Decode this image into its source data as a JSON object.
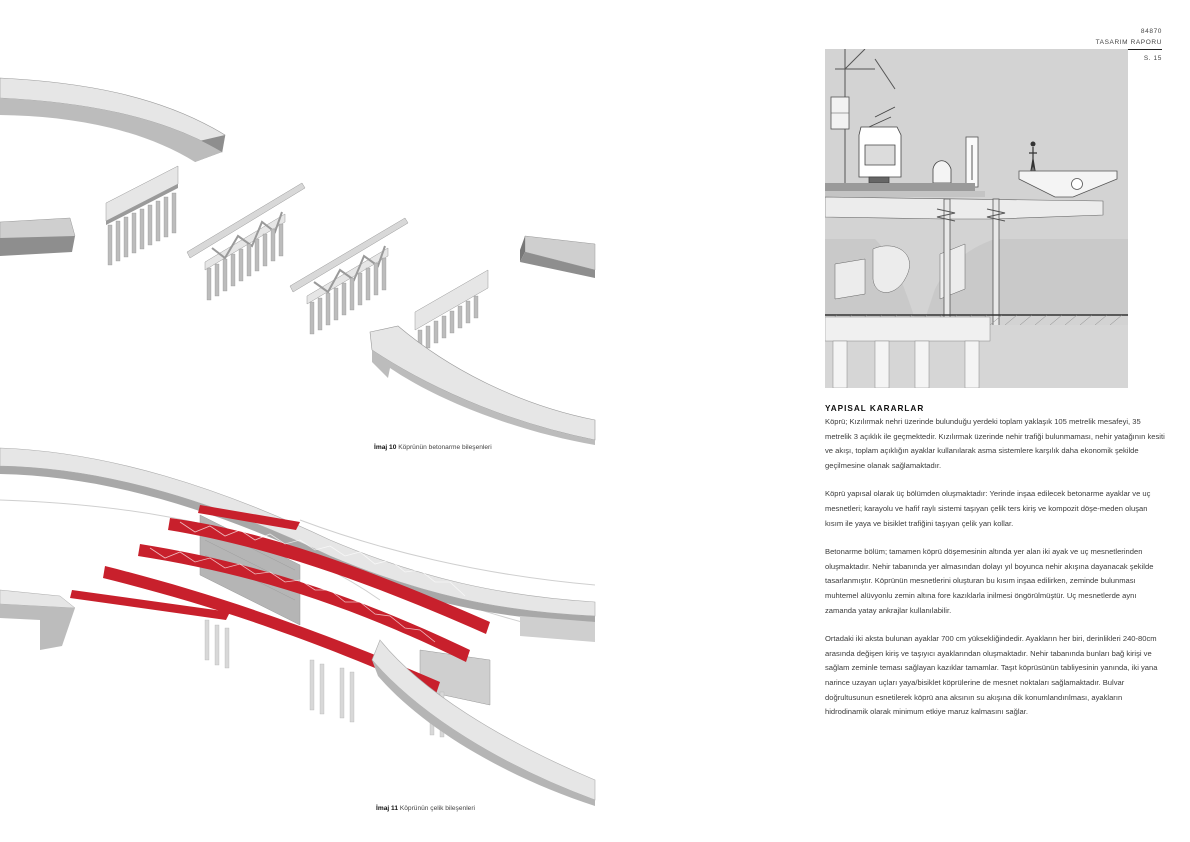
{
  "header": {
    "project_code": "84870",
    "report_title": "TASARIM RAPORU",
    "page_number": "S. 15"
  },
  "figures": {
    "fig10": {
      "label": "İmaj 10",
      "caption": "Köprünün betonarme bileşenleri"
    },
    "fig11": {
      "label": "İmaj 11",
      "caption": "Köprünün çelik bileşenleri"
    }
  },
  "section": {
    "title": "YAPISAL KARARLAR",
    "paragraphs": [
      "Köprü; Kızılırmak nehri üzerinde bulunduğu yerdeki toplam yaklaşık 105 metrelik mesafeyi, 35 metrelik 3 açıklık ile geçmektedir. Kızılırmak üzerinde nehir trafiği bulunmaması, nehir yatağının kesiti ve akışı, toplam açıklığın ayaklar kullanılarak asma sistemlere karşılık daha ekonomik şekilde geçilmesine olanak sağlamaktadır.",
      "Köprü yapısal olarak üç bölümden oluşmaktadır: Yerinde inşaa edilecek betonarme ayaklar ve uç mesnetleri; karayolu ve hafif raylı sistemi taşıyan çelik ters kiriş ve kompozit döşe-meden oluşan kısım ile yaya ve bisiklet trafiğini taşıyan çelik yan kollar.",
      "Betonarme  bölüm; tamamen köprü döşemesinin altında yer alan iki ayak ve uç mesnetlerinden oluşmaktadır. Nehir tabanında yer almasından dolayı yıl boyunca nehir akışına dayanacak şekilde tasarlanmıştır. Köprünün mesnetlerini oluşturan bu kısım inşaa edilirken, zeminde bulunması muhtemel alüvyonlu zemin altına fore kazıklarla inilmesi öngörülmüştür. Uç mesnetlerde aynı zamanda yatay ankrajlar kullanılabilir.",
      "Ortadaki iki aksta bulunan ayaklar 700 cm yüksekliğindedir. Ayakların her biri, derinlikleri 240-80cm arasında değişen kiriş ve taşıyıcı ayaklarından oluşmaktadır. Nehir tabanında bunları bağ kirişi ve sağlam zeminle teması sağlayan kazıklar tamamlar. Taşıt köprüsünün tabliyesinin yanında, iki yana narince uzayan uçları yaya/bisiklet köprülerine de mesnet noktaları sağlamaktadır. Bulvar doğrultusunun esnetilerek köprü ana aksının su akışına dik konumlandırılması, ayakların hidrodinamik olarak minimum etkiye maruz kalmasını sağlar."
    ]
  },
  "colors": {
    "steel_red": "#c8202c",
    "concrete_light": "#e6e6e6",
    "concrete_mid": "#bcbcbc",
    "concrete_dark": "#8e8e8e",
    "section_bg": "#d3d3d3"
  },
  "icons": {
    "section_drawing": "bridge-section-diagram",
    "concrete_model": "concrete-components-axonometric",
    "steel_model": "steel-components-axonometric"
  }
}
